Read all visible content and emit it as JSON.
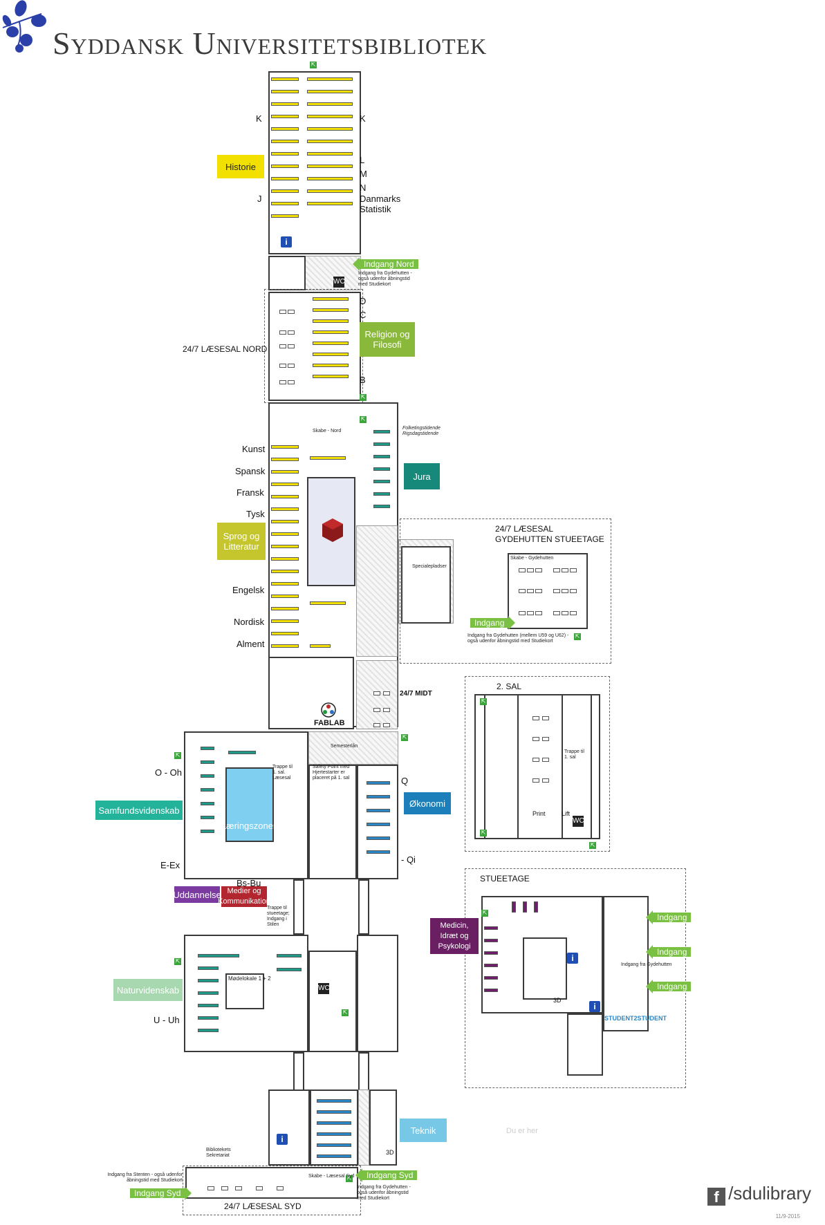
{
  "header": {
    "title": "Syddansk Universitetsbibliotek"
  },
  "subjects": {
    "historie": "Historie",
    "religion": "Religion og Filosofi",
    "jura": "Jura",
    "sprog": "Sprog og Litteratur",
    "samfund": "Samfundsvidenskab",
    "laering": "Læringszonen",
    "oekonomi": "Økonomi",
    "uddannelse": "Uddannelse",
    "medier": "Medier og Kommunikation",
    "natur": "Naturvidenskab",
    "teknik": "Teknik",
    "medicin": "Medicin, Idræt og Psykologi"
  },
  "letters": {
    "k_left": "K",
    "k_right": "K",
    "l": "L",
    "m": "M",
    "n": "N",
    "j": "J",
    "danmarks": "Danmarks Statistik",
    "d": "D",
    "c": "C",
    "b": "B",
    "kunst": "Kunst",
    "spansk": "Spansk",
    "fransk": "Fransk",
    "tysk": "Tysk",
    "engelsk": "Engelsk",
    "nordisk": "Nordisk",
    "alment": "Alment",
    "o_oh": "O - Oh",
    "e_ex": "E-Ex",
    "bs_bu": "Bs-Bu",
    "q": "Q",
    "qi": "- Qi",
    "u_uh": "U - Uh"
  },
  "areas": {
    "laesesal_nord": "24/7 LÆSESAL NORD",
    "laesesal_gyde": "24/7 LÆSESAL GYDEHUTTEN STUEETAGE",
    "midt": "24/7 MIDT",
    "sal2": "2. SAL",
    "stueetage": "STUEETAGE",
    "laesesal_syd": "24/7 LÆSESAL SYD",
    "fablab": "FABLAB",
    "modelokale": "Mødelokale 1 + 2",
    "du_er_her": "Du er her",
    "sekretariat": "Bibliotekets Sekretariat",
    "folketing": "Folketingstidende Rigsdagstidende",
    "skabe_nord": "Skabe - Nord",
    "skabe_gyde": "Skabe - Gydehutten",
    "skabe_syd": "Skabe - Læsesal Syd",
    "semesterlaan": "Semesterlån",
    "safety": "Safety Point med Hjertestarter er placeret på 1. sal",
    "trappe1": "Trappe til 1. sal. Læsesal",
    "trappe2": "Trappe til 1. sal",
    "trappe_stue": "Trappe til stueetage; Indgang i Stilen",
    "specialeplads": "Specialepladser",
    "print": "Print",
    "lift": "Lift",
    "student": "STUDENT2STUDENT",
    "three_d": "3D"
  },
  "entrances": {
    "nord": "Indgang Nord",
    "nord_note": "Indgang fra Gydehutten - også udenfor åbningstid med Studiekort",
    "gyde": "Indgang",
    "gyde_note": "Indgang fra Gydehutten (mellem U59 og U62) - også udenfor åbningstid med Studiekort",
    "syd_right": "Indgang Syd",
    "syd_right_note": "Indgang fra Gydehutten - også udenfor åbningstid med Studiekort",
    "syd_left": "Indgang Syd",
    "syd_left_note": "Indgang fra Stenten - også udenfor åbningstid med Studiekort",
    "stue1": "Indgang",
    "stue2": "Indgang",
    "stue3": "Indgang",
    "stue_note": "Indgang fra Gydehutten"
  },
  "footer": {
    "fb": "/sdulibrary",
    "date": "11/9-2015"
  },
  "colors": {
    "yellow": "#f2e100",
    "olive": "#c5c62d",
    "green_light": "#8ab83a",
    "teal_jura": "#17897a",
    "teal_samf": "#23b39b",
    "blue_oek": "#1c7fba",
    "purple_udd": "#7b3aa0",
    "red_med": "#b1262f",
    "natur": "#a8d8b0",
    "teknik": "#76c8e6",
    "medicin": "#6a1f63",
    "laering": "#7fd0f0",
    "entrance": "#7ac143"
  }
}
